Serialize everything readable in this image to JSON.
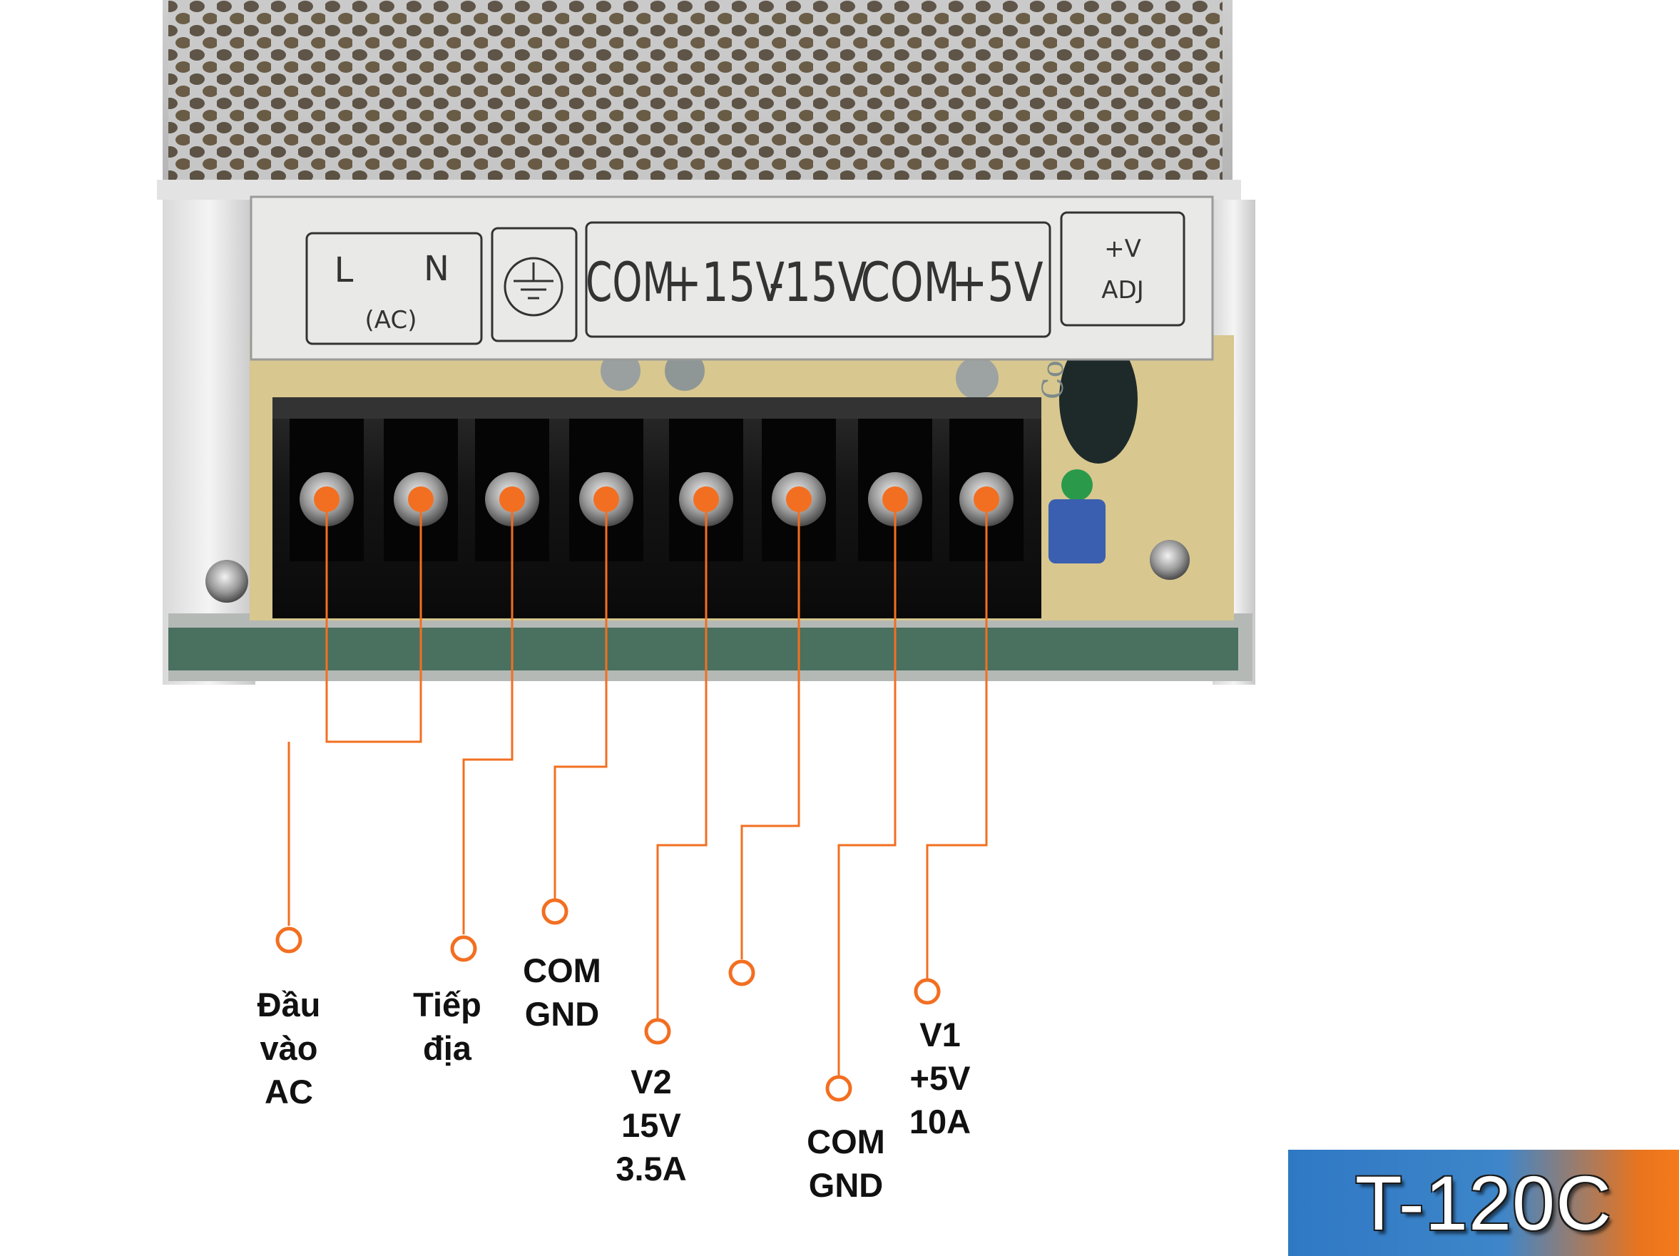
{
  "panel": {
    "ac_labels": [
      "L",
      "N"
    ],
    "ac_sub": "(AC)",
    "ground_icon": "ground-icon",
    "outputs": [
      "COM",
      "+15V",
      "-15V",
      "COM",
      "+5V"
    ],
    "adj_top": "+V",
    "adj_bottom": "ADJ",
    "cap_text": "Con"
  },
  "callouts": [
    {
      "terminal": 1,
      "text": "Đầu\nvào\nAC"
    },
    {
      "terminal": 3,
      "text": "Tiếp\nđịa"
    },
    {
      "terminal": 4,
      "text": "COM\nGND"
    },
    {
      "terminal": 5,
      "text": "V2\n15V\n3.5A"
    },
    {
      "terminal": 6,
      "text": ""
    },
    {
      "terminal": 7,
      "text": "COM\nGND"
    },
    {
      "terminal": 8,
      "text": "V1\n+5V\n10A"
    }
  ],
  "badge": {
    "model": "T-120C"
  },
  "colors": {
    "accent": "#f26f21",
    "label": "#111111"
  }
}
